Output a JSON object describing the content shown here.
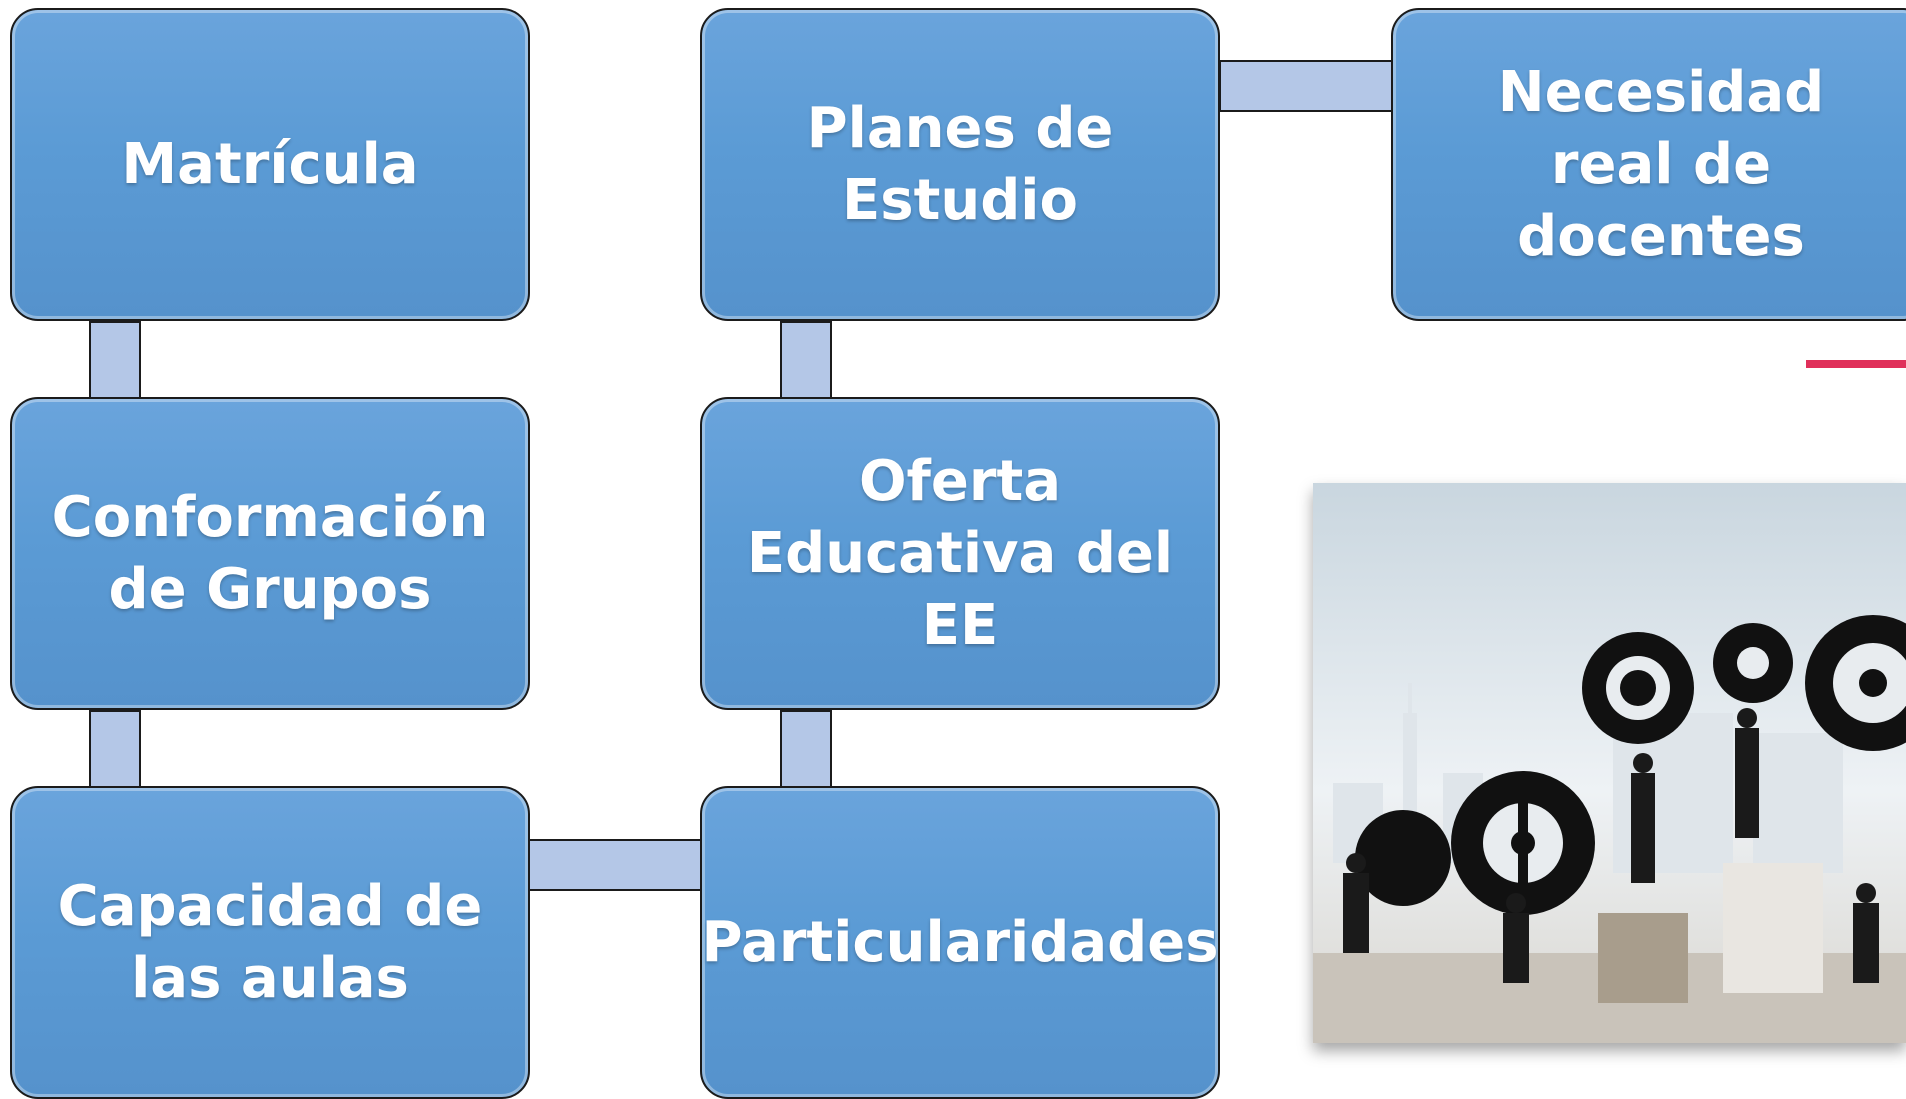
{
  "boxes": {
    "matricula": "Matrícula",
    "planes": "Planes de Estudio",
    "necesidad": "Necesidad real de docentes",
    "conformacion": "Conformación de Grupos",
    "oferta": "Oferta Educativa del EE",
    "capacidad": "Capacidad de las aulas",
    "particularidades": "Particularidades"
  },
  "colors": {
    "box_fill": "#5b9bd5",
    "connector_fill": "#b4c7e7",
    "accent_line": "#e0305a"
  },
  "image": {
    "subject": "people-moving-gears-illustration"
  }
}
